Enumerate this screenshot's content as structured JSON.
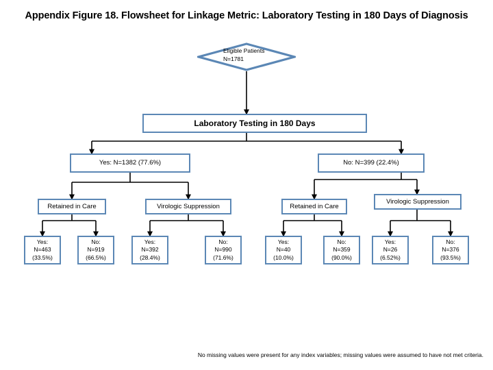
{
  "figure": {
    "title": "Appendix Figure 18. Flowsheet for Linkage Metric: Laboratory Testing in 180 Days of Diagnosis",
    "footnote": "No missing values were present for any index variables; missing values were assumed to have not met criteria.",
    "accent_color": "#5b87b5",
    "line_color": "#000000",
    "background_color": "#ffffff"
  },
  "root": {
    "shape": "diamond",
    "line1": "Eligible Patients",
    "line2": "N=1781"
  },
  "metric_box": {
    "label": "Laboratory Testing in 180 Days"
  },
  "branches": [
    {
      "label": "Yes: N=1382 (77.6%)"
    },
    {
      "label": "No: N=399 (22.4%)"
    }
  ],
  "outcomes": [
    {
      "label": "Retained in Care"
    },
    {
      "label": "Virologic Suppression"
    },
    {
      "label": "Retained in Care"
    },
    {
      "label": "Virologic Suppression"
    }
  ],
  "leaves": [
    {
      "answer": "Yes:",
      "n": "N=463",
      "pct": "(33.5%)"
    },
    {
      "answer": "No:",
      "n": "N=919",
      "pct": "(66.5%)"
    },
    {
      "answer": "Yes:",
      "n": "N=392",
      "pct": "(28.4%)"
    },
    {
      "answer": "No:",
      "n": "N=990",
      "pct": "(71.6%)"
    },
    {
      "answer": "Yes:",
      "n": "N=40",
      "pct": "(10.0%)"
    },
    {
      "answer": "No:",
      "n": "N=359",
      "pct": "(90.0%)"
    },
    {
      "answer": "Yes:",
      "n": "N=26",
      "pct": "(6.52%)"
    },
    {
      "answer": "No:",
      "n": "N=376",
      "pct": "(93.5%)"
    }
  ]
}
